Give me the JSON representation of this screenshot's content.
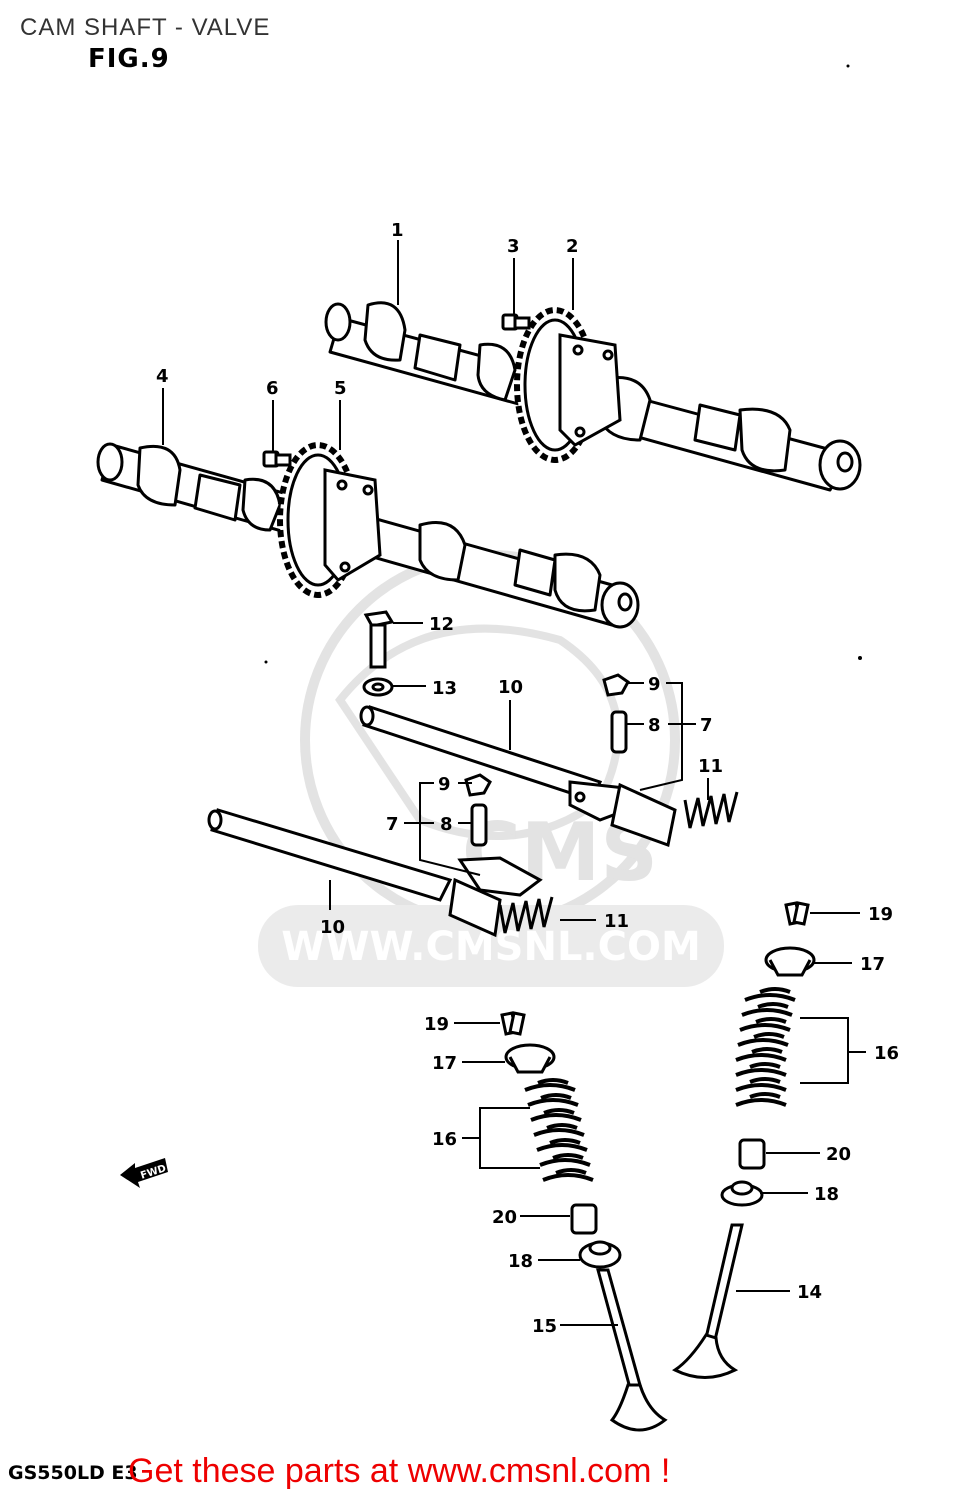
{
  "header": {
    "title": "CAM SHAFT - VALVE",
    "figure": "FIG.9"
  },
  "watermark": {
    "brand": "CMS",
    "url": "WWW.CMSNL.COM"
  },
  "diagram": {
    "fwd_label": "FWD",
    "callouts": [
      "1",
      "3",
      "2",
      "4",
      "6",
      "5",
      "12",
      "13",
      "10",
      "9",
      "8",
      "7",
      "11",
      "9",
      "7",
      "8",
      "10",
      "11",
      "19",
      "17",
      "16",
      "19",
      "17",
      "16",
      "20",
      "18",
      "20",
      "18",
      "14",
      "15"
    ]
  },
  "footer": {
    "model_code": "GS550LD E3",
    "cta": "Get these parts at www.cmsnl.com !"
  }
}
